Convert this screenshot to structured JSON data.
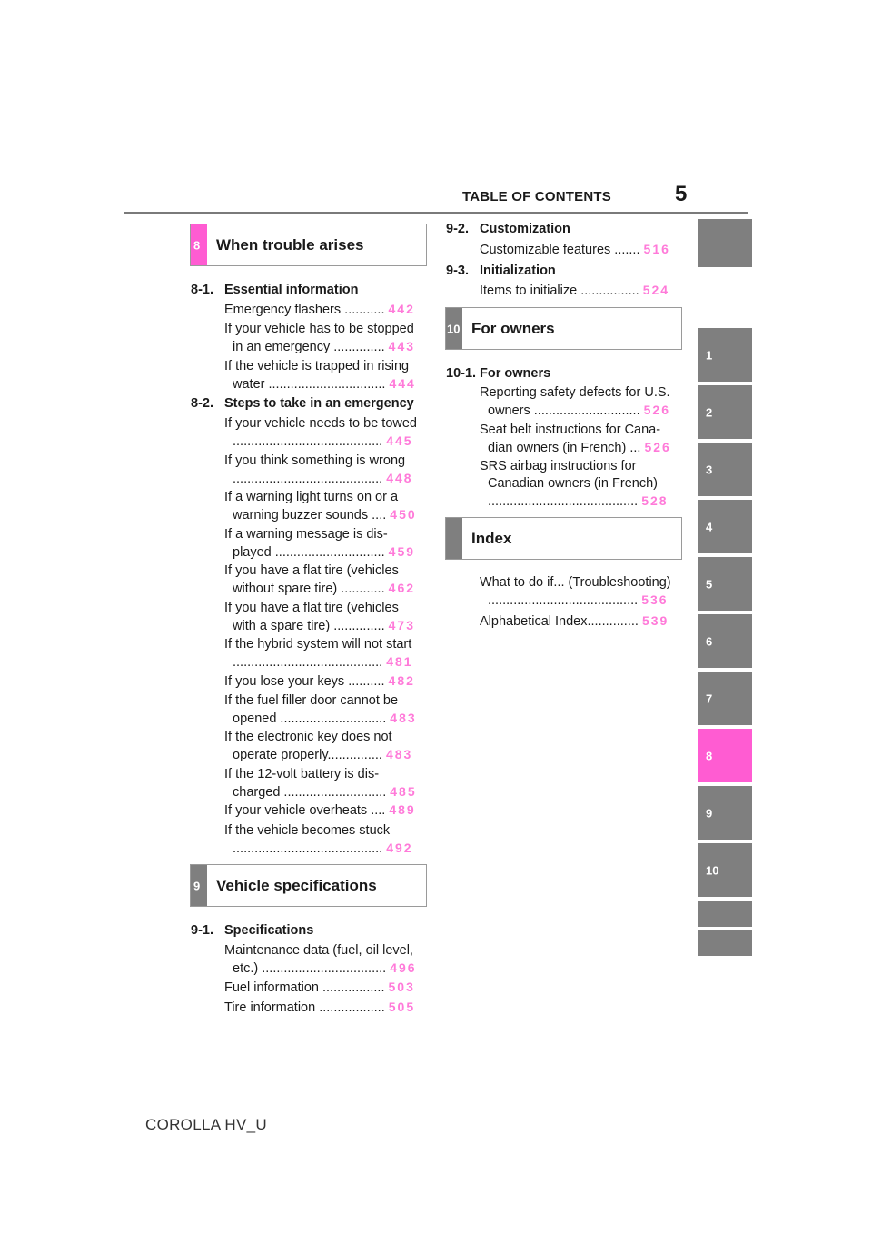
{
  "header": {
    "title": "TABLE OF CONTENTS",
    "page_number": "5"
  },
  "side_tabs": [
    "",
    "1",
    "2",
    "3",
    "4",
    "5",
    "6",
    "7",
    "8",
    "9",
    "10",
    "",
    ""
  ],
  "colors": {
    "accent": "#ff5cd2",
    "tab_gray": "#7f7f7f",
    "page_link": "#ff7ad9"
  },
  "sections": {
    "s8": {
      "num": "8",
      "title": "When trouble arises"
    },
    "s9": {
      "num": "9",
      "title": "Vehicle specifications"
    },
    "s10": {
      "num": "10",
      "title": "For owners"
    },
    "sidx": {
      "num": "",
      "title": "Index"
    }
  },
  "left": {
    "h81": {
      "num": "8-1.",
      "text": "Essential information"
    },
    "e1": {
      "text": "Emergency flashers ...........",
      "page": "442"
    },
    "e2a": "If your vehicle has to be stopped",
    "e2": {
      "text": "in an emergency ..............",
      "page": "443"
    },
    "e3a": "If the vehicle is trapped in rising",
    "e3": {
      "text": "water ................................",
      "page": "444"
    },
    "h82": {
      "num": "8-2.",
      "text": "Steps to take in an emergency"
    },
    "e4a": "If your vehicle needs to be towed",
    "e4": {
      "text": ".........................................",
      "page": "445"
    },
    "e5a": "If you think something is wrong",
    "e5": {
      "text": ".........................................",
      "page": "448"
    },
    "e6a": "If a warning light turns on or a",
    "e6": {
      "text": "warning buzzer sounds ....",
      "page": "450"
    },
    "e7a": "If a warning message is dis-",
    "e7": {
      "text": "played ..............................",
      "page": "459"
    },
    "e8a": "If you have a flat tire (vehicles",
    "e8": {
      "text": "without spare tire) ............",
      "page": "462"
    },
    "e9a": "If you have a flat tire (vehicles",
    "e9": {
      "text": "with a spare tire) ..............",
      "page": "473"
    },
    "e10a": "If the hybrid system will not start",
    "e10": {
      "text": ".........................................",
      "page": "481"
    },
    "e11": {
      "text": "If you lose your keys ..........",
      "page": "482"
    },
    "e12a": "If the fuel filler door cannot be",
    "e12": {
      "text": "opened .............................",
      "page": "483"
    },
    "e13a": "If the electronic key does not",
    "e13": {
      "text": "operate properly...............",
      "page": "483"
    },
    "e14a": "If the 12-volt battery is dis-",
    "e14": {
      "text": "charged ............................",
      "page": "485"
    },
    "e15": {
      "text": "If your vehicle overheats ....",
      "page": "489"
    },
    "e16a": "If the vehicle becomes stuck",
    "e16": {
      "text": ".........................................",
      "page": "492"
    },
    "h91": {
      "num": "9-1.",
      "text": "Specifications"
    },
    "e17a": "Maintenance data (fuel, oil level,",
    "e17": {
      "text": "etc.) ..................................",
      "page": "496"
    },
    "e18": {
      "text": "Fuel information .................",
      "page": "503"
    },
    "e19": {
      "text": "Tire information ..................",
      "page": "505"
    }
  },
  "right": {
    "h92": {
      "num": "9-2.",
      "text": "Customization"
    },
    "r1": {
      "text": "Customizable features .......",
      "page": "516"
    },
    "h93": {
      "num": "9-3.",
      "text": "Initialization"
    },
    "r2": {
      "text": "Items to initialize ................",
      "page": "524"
    },
    "h101": {
      "num": "10-1.",
      "text": "For owners"
    },
    "r3a": "Reporting safety defects for U.S.",
    "r3": {
      "text": "owners .............................",
      "page": "526"
    },
    "r4a": "Seat belt instructions for Cana-",
    "r4": {
      "text": "dian owners (in French) ...",
      "page": "526"
    },
    "r5a": "SRS airbag instructions for",
    "r5b": "Canadian owners (in French)",
    "r5": {
      "text": ".........................................",
      "page": "528"
    },
    "r6a": "What to do if... (Troubleshooting)",
    "r6": {
      "text": ".........................................",
      "page": "536"
    },
    "r7": {
      "text": "Alphabetical Index..............",
      "page": "539"
    }
  },
  "footer": "COROLLA HV_U"
}
